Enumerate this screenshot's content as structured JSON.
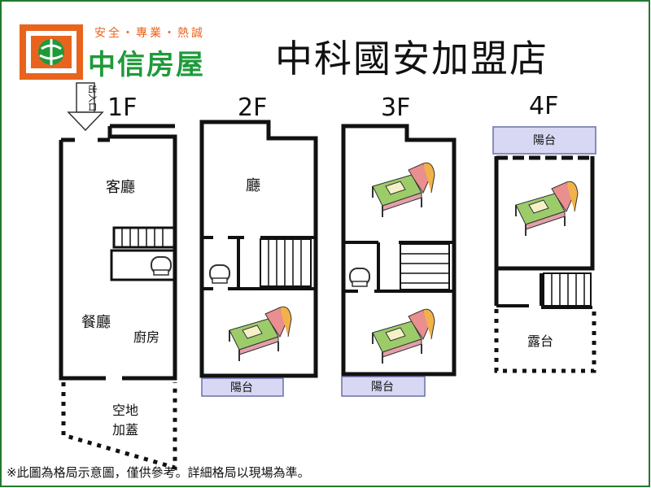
{
  "header": {
    "slogan": "安全・專業・熱誠",
    "brand": "中信房屋",
    "store": "中科國安加盟店"
  },
  "floors": {
    "f1": {
      "label": "1F",
      "entrance": "出入口",
      "living": "客廳",
      "dining": "餐廳",
      "kitchen": "廚房",
      "yard_line1": "空地",
      "yard_line2": "加蓋"
    },
    "f2": {
      "label": "2F",
      "hall": "廳",
      "balcony": "陽台"
    },
    "f3": {
      "label": "3F",
      "balcony": "陽台"
    },
    "f4": {
      "label": "4F",
      "balcony": "陽台",
      "terrace": "露台"
    }
  },
  "footer": {
    "note": "※此圖為格局示意圖，僅供參考。詳細格局以現場為準。"
  },
  "colors": {
    "frame": "#1f7a2e",
    "brand_green": "#1f9a3a",
    "brand_orange": "#e8641e",
    "balcony_fill": "#d8d8f4",
    "balcony_stroke": "#6b6fa8",
    "wall": "#111111"
  }
}
